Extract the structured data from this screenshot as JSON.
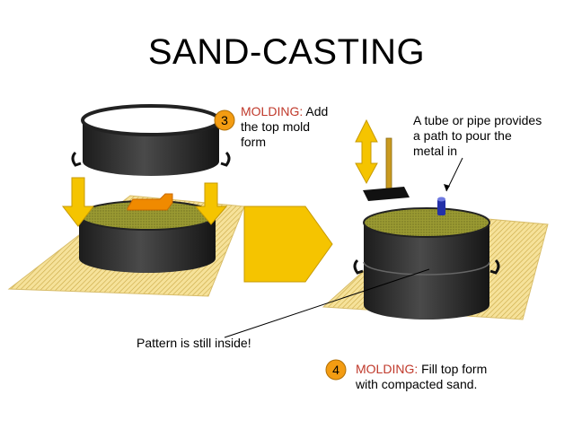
{
  "title": "SAND-CASTING",
  "step3": {
    "number": "3",
    "keyword": "MOLDING:",
    "text_line1": " Add",
    "text_line2": "the top mold",
    "text_line3": "form"
  },
  "step4": {
    "number": "4",
    "keyword": "MOLDING:",
    "text_line1": " Fill top form",
    "text_line2": "with compacted sand."
  },
  "tube_note": {
    "line1": "A tube or pipe provides",
    "line2": "a path to pour the",
    "line3": "metal in"
  },
  "pattern_note": "Pattern is still inside!",
  "colors": {
    "flask": "#2e2e2e",
    "sand": "#8a8a2a",
    "board": "#f3dc8a",
    "arrow": "#f5c400",
    "badge": "#f39c12",
    "pattern": "#f08a00",
    "accent_red": "#c0392b"
  }
}
